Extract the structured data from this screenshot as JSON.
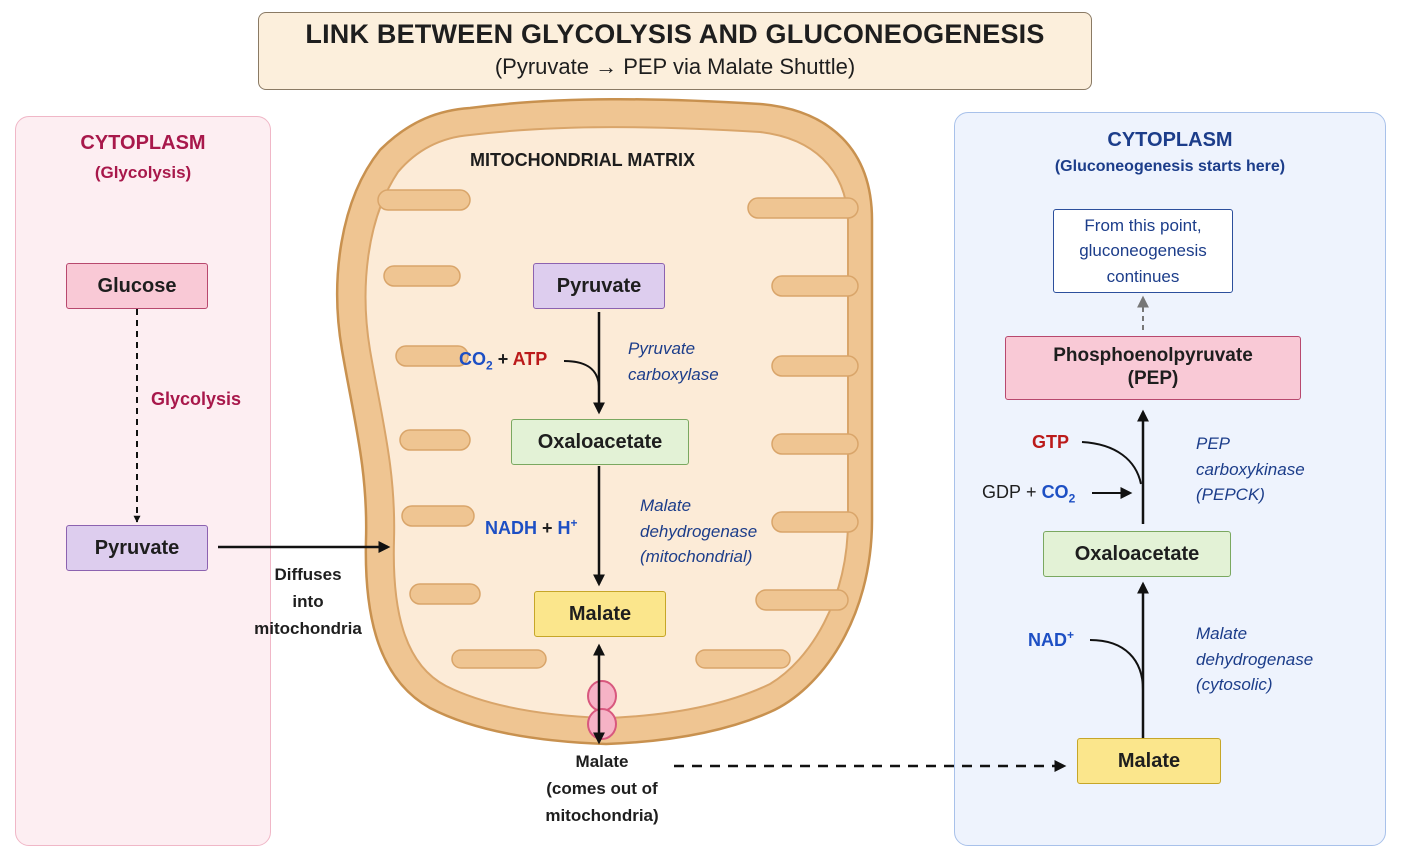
{
  "title": {
    "main": "LINK BETWEEN GLYCOLYSIS AND GLUCONEOGENESIS",
    "sub": "(Pyruvate → PEP via Malate Shuttle)"
  },
  "left_panel": {
    "heading": "CYTOPLASM",
    "subheading": "(Glycolysis)",
    "glucose": "Glucose",
    "process": "Glycolysis",
    "pyruvate": "Pyruvate",
    "diffuse_line1": "Diffuses",
    "diffuse_line2": "into",
    "diffuse_line3": "mitochondria"
  },
  "mitochondria": {
    "heading": "MITOCHONDRIAL MATRIX",
    "pyruvate": "Pyruvate",
    "co2": "CO",
    "co2_sub": "2",
    "plus": "+",
    "atp": "ATP",
    "enzyme1_line1": "Pyruvate",
    "enzyme1_line2": "carboxylase",
    "oxaloacetate": "Oxaloacetate",
    "nadh": "NADH",
    "h": "H",
    "h_sup": "+",
    "enzyme2_line1": "Malate",
    "enzyme2_line2": "dehydrogenase",
    "enzyme2_line3": "(mitochondrial)",
    "malate": "Malate",
    "exit_line1": "Malate",
    "exit_line2": "(comes out of",
    "exit_line3": "mitochondria)"
  },
  "right_panel": {
    "heading": "CYTOPLASM",
    "subheading": "(Gluconeogenesis starts here)",
    "continue_line1": "From this point,",
    "continue_line2": "gluconeogenesis",
    "continue_line3": "continues",
    "pep_line1": "Phosphoenolpyruvate",
    "pep_line2": "(PEP)",
    "gtp": "GTP",
    "gdp": "GDP",
    "plus": "+",
    "co2": "CO",
    "co2_sub": "2",
    "enzyme3_line1": "PEP",
    "enzyme3_line2": "carboxykinase",
    "enzyme3_line3": "(PEPCK)",
    "oxaloacetate": "Oxaloacetate",
    "nad": "NAD",
    "nad_sup": "+",
    "enzyme4_line1": "Malate",
    "enzyme4_line2": "dehydrogenase",
    "enzyme4_line3": "(cytosolic)",
    "malate": "Malate"
  }
}
